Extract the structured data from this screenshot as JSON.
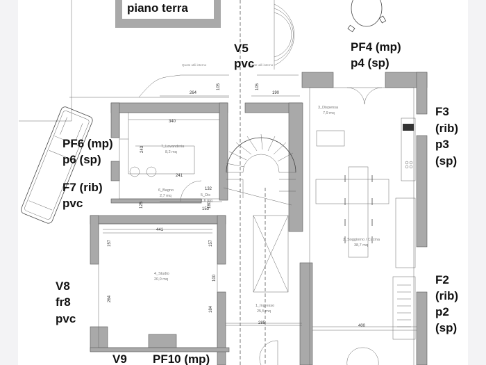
{
  "title": "piano terra",
  "openings": {
    "v5": [
      "V5",
      "pvc"
    ],
    "pf4": [
      "PF4 (mp)",
      "p4 (sp)"
    ],
    "f3": [
      "F3",
      "(rib)",
      "p3",
      "(sp)"
    ],
    "pf6": [
      "PF6 (mp)",
      "p6 (sp)"
    ],
    "f7": [
      "F7 (rib)",
      "pvc"
    ],
    "v8": [
      "V8",
      "fr8",
      "pvc"
    ],
    "f2": [
      "F2",
      "(rib)",
      "p2",
      "(sp)"
    ],
    "v9": "V9",
    "pf10": "PF10 (mp)"
  },
  "rooms": {
    "lavanderia": [
      "7_Lavanderia",
      "8,2 mq"
    ],
    "bagno": [
      "6_Bagno",
      "2,7 mq"
    ],
    "dis": [
      "5_Dis",
      "1,6 mq"
    ],
    "dispensa": [
      "3_Dispensa",
      "7,9 mq"
    ],
    "soggiorno": [
      "2_Soggiorno / Cucina",
      "38,7 mq"
    ],
    "studio": [
      "4_Studio",
      "20,0 mq"
    ],
    "ingresso": [
      "1_Ingresso",
      "25,5 mq"
    ]
  },
  "notes": [
    "Quote utili interno",
    "Quote utili interno"
  ],
  "dimensions": [
    "264",
    "105",
    "190",
    "105",
    "340",
    "243",
    "241",
    "132",
    "153",
    "125",
    "441",
    "157",
    "157",
    "100",
    "264",
    "184",
    "285",
    "400",
    "180"
  ],
  "colors": {
    "wall": "#a9a9a9",
    "title_frame": "#a9a9a9"
  }
}
